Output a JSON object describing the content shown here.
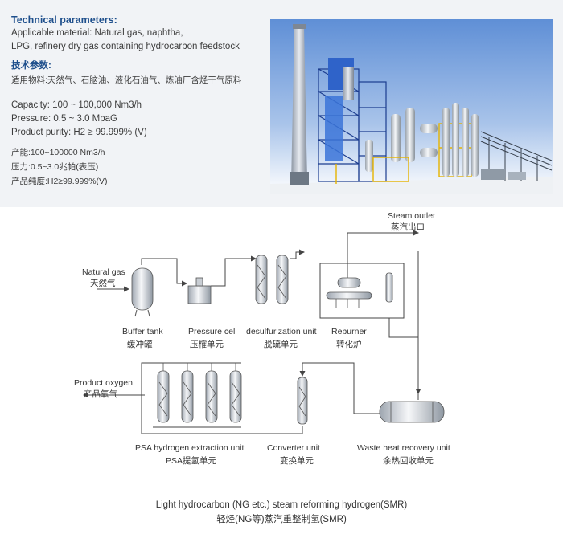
{
  "specs": {
    "heading_en": "Technical parameters:",
    "material_en_1": "Applicable material: Natural gas, naphtha,",
    "material_en_2": "LPG, refinery dry gas containing hydrocarbon feedstock",
    "heading_cn": "技术参数:",
    "material_cn": "适用物料:天然气、石脑油、液化石油气、炼油厂含烃干气原料",
    "capacity_en": "Capacity: 100 ~ 100,000 Nm3/h",
    "pressure_en": "Pressure: 0.5 ~ 3.0 MpaG",
    "purity_en": "Product purity: H2 ≥ 99.999% (V)",
    "capacity_cn": "产能:100~100000 Nm3/h",
    "pressure_cn": "压力:0.5~3.0兆帕(表压)",
    "purity_cn": "产品纯度:H2≥99.999%(V)"
  },
  "diagram": {
    "natural_gas_en": "Natural gas",
    "natural_gas_cn": "天然气",
    "buffer_tank_en": "Buffer tank",
    "buffer_tank_cn": "缓冲罐",
    "pressure_cell_en": "Pressure cell",
    "pressure_cell_cn": "压榷单元",
    "desulfurization_en": "desulfurization unit",
    "desulfurization_cn": "脱硫单元",
    "reburner_en": "Reburner",
    "reburner_cn": "转化炉",
    "steam_outlet_en": "Steam outlet",
    "steam_outlet_cn": "蒸汽出口",
    "product_oxygen_en": "Product oxygen",
    "product_oxygen_cn": "产品氧气",
    "psa_en": "PSA hydrogen extraction unit",
    "psa_cn": "PSA提氢单元",
    "converter_en": "Converter unit",
    "converter_cn": "变换单元",
    "waste_heat_en": "Waste heat recovery unit",
    "waste_heat_cn": "余热回收单元"
  },
  "caption": {
    "line1": "Light hydrocarbon (NG etc.) steam reforming hydrogen(SMR)",
    "line2": "轻烃(NG等)蒸汽重整制氢(SMR)"
  },
  "colors": {
    "header_blue": "#1e4f8c",
    "panel_bg": "#f1f3f6",
    "sky_top": "#5f8fd6",
    "sky_bottom": "#ffffff",
    "pipe": "#444444"
  }
}
